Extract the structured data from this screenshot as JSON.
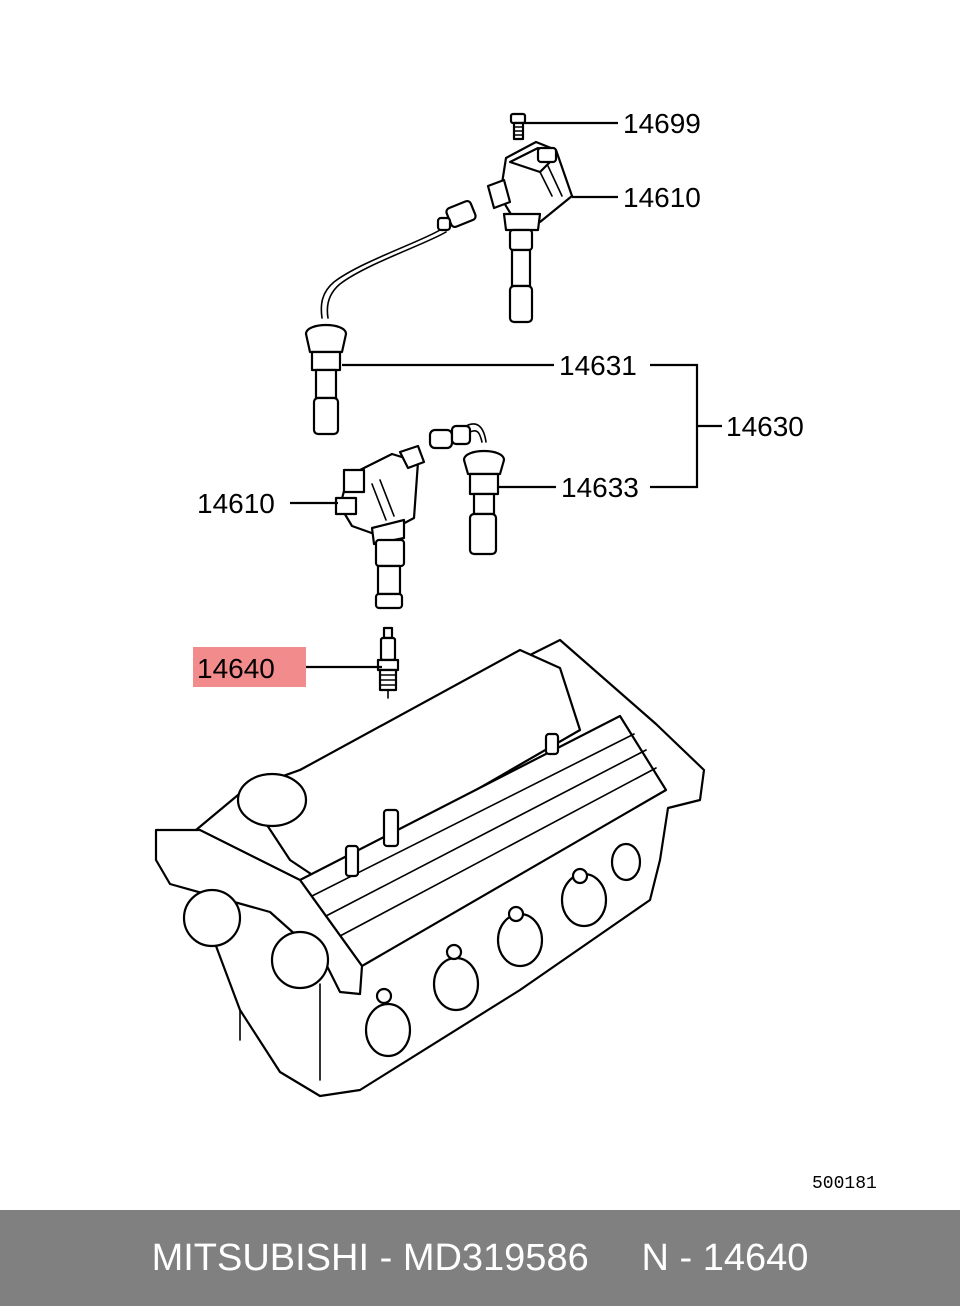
{
  "diagram": {
    "callouts": {
      "bolt": "14699",
      "coil_upper": "14610",
      "lead_upper": "14631",
      "lead_set": "14630",
      "lead_lower": "14633",
      "coil_lower": "14610",
      "spark_plug": "14640"
    },
    "figure_number": "500181",
    "highlight_color": "#f28b8b"
  },
  "footer": {
    "brand": "MITSUBISHI",
    "separator1": " - ",
    "part_number": "MD319586",
    "gap": "     ",
    "ref_prefix": "N",
    "separator2": " - ",
    "ref_number": "14640",
    "background_color": "#808080"
  }
}
